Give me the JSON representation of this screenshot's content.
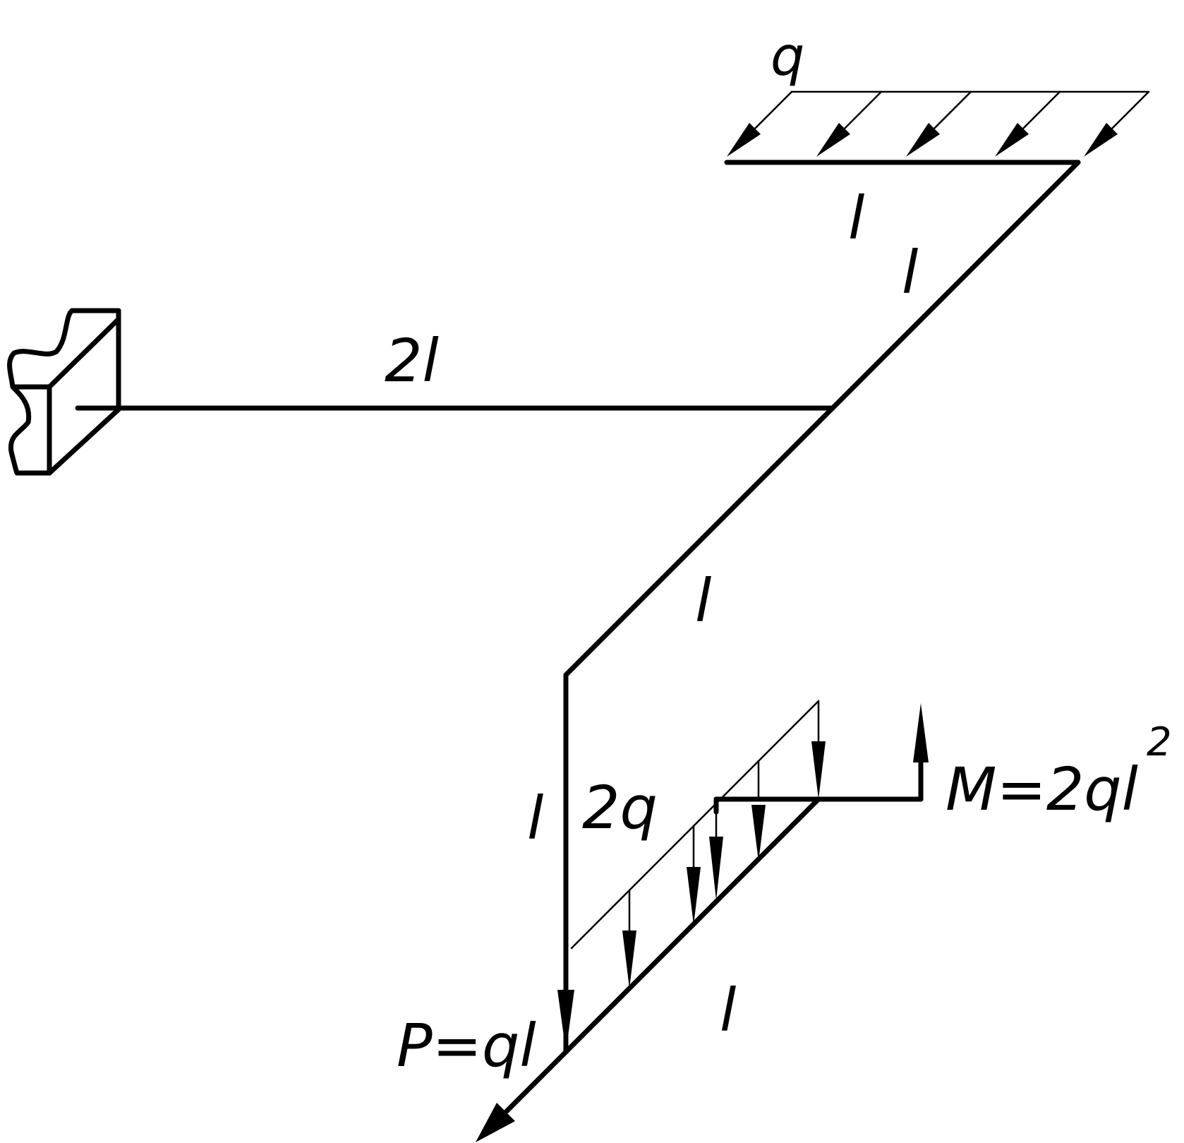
{
  "diagram": {
    "labels": {
      "q_top": "q",
      "l_top_load": "l",
      "l_diag_upper": "l",
      "len_2l": "2l",
      "l_diag_middle": "l",
      "l_vertical": "l",
      "q_lower": "2q",
      "moment": "M=2ql",
      "moment_exp": "2",
      "force": "P=ql",
      "l_lower_segment": "l"
    },
    "colors": {
      "stroke": "#000000",
      "background": "#ffffff"
    }
  }
}
